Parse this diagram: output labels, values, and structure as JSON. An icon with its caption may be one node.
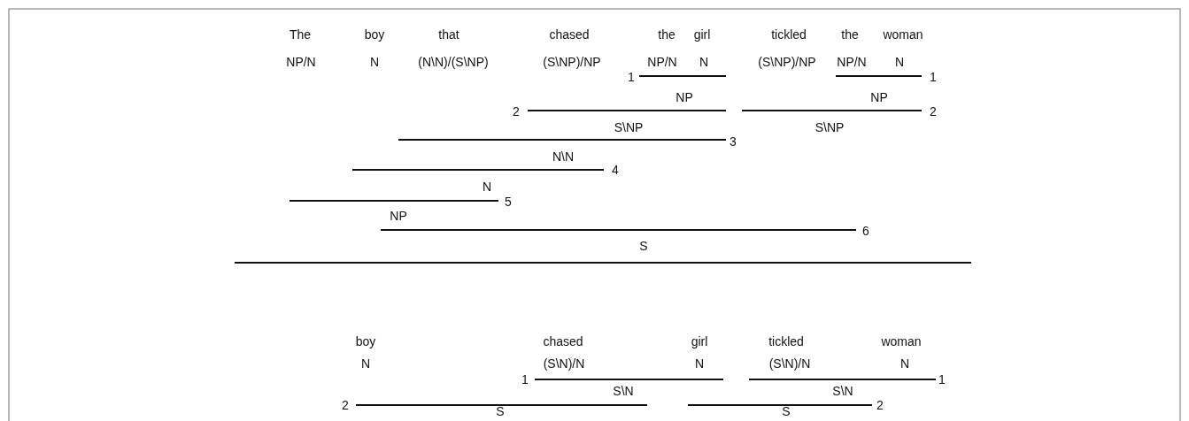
{
  "diagram": {
    "labels": [
      "The",
      "boy",
      "that",
      "chased",
      "the",
      "girl",
      "tickled",
      "the",
      "woman",
      "NP/N",
      "N",
      "(N\\N)/(S\\NP)",
      "(S\\NP)/NP",
      "NP/N",
      "N",
      "(S\\NP)/NP",
      "NP/N",
      "N",
      "1",
      "1",
      "NP",
      "NP",
      "2",
      "2",
      "S\\NP",
      "S\\NP",
      "3",
      "N\\N",
      "4",
      "N",
      "5",
      "NP",
      "6",
      "S",
      "boy",
      "chased",
      "girl",
      "tickled",
      "woman",
      "N",
      "(S\\N)/N",
      "N",
      "(S\\N)/N",
      "N",
      "1",
      "1",
      "S\\N",
      "S\\N",
      "2",
      "2",
      "S",
      "S"
    ]
  }
}
